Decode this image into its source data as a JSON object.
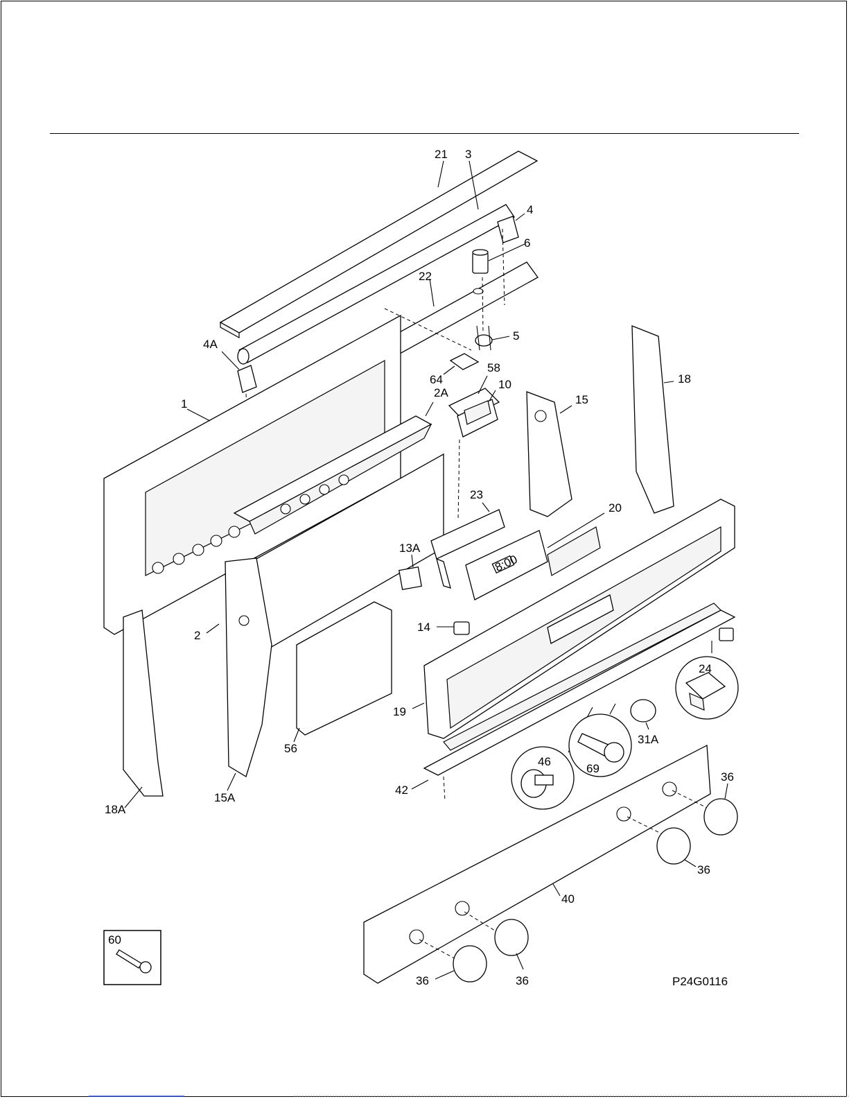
{
  "diagram_code": "P24G0116",
  "part_labels": {
    "p21": "21",
    "p3": "3",
    "p4": "4",
    "p6": "6",
    "p22": "22",
    "p4A": "4A",
    "p5": "5",
    "p18": "18",
    "p58": "58",
    "p64": "64",
    "p10": "10",
    "p2A": "2A",
    "p15": "15",
    "p1": "1",
    "p23": "23",
    "p20": "20",
    "p13A": "13A",
    "p2": "2",
    "p14": "14",
    "p24": "24",
    "p19": "19",
    "p31A": "31A",
    "p46": "46",
    "p69": "69",
    "p56": "56",
    "p42": "42",
    "p36a": "36",
    "p36b": "36",
    "p36c": "36",
    "p36d": "36",
    "p18A": "18A",
    "p15A": "15A",
    "p40": "40",
    "p60": "60"
  },
  "clock_display": "8:00"
}
